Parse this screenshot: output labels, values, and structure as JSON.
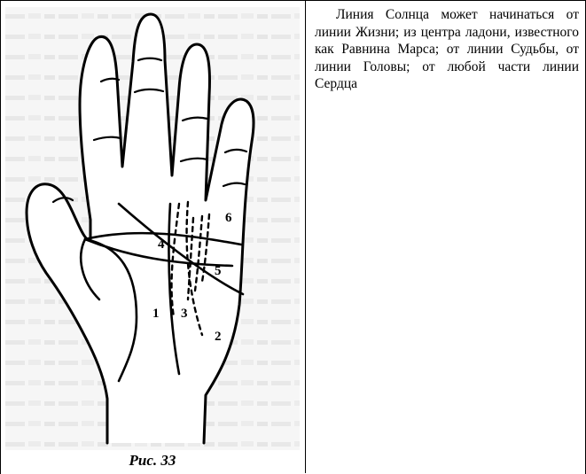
{
  "figure": {
    "caption": "Рис. 33",
    "labels": [
      "1",
      "2",
      "3",
      "4",
      "5",
      "6"
    ]
  },
  "text": {
    "paragraph": "Линия Солнца может начинаться от линии Жизни; из центра ладони, известного как Равнина Марса; от линии Судьбы, от линии Головы; от любой части линии Сердца"
  }
}
